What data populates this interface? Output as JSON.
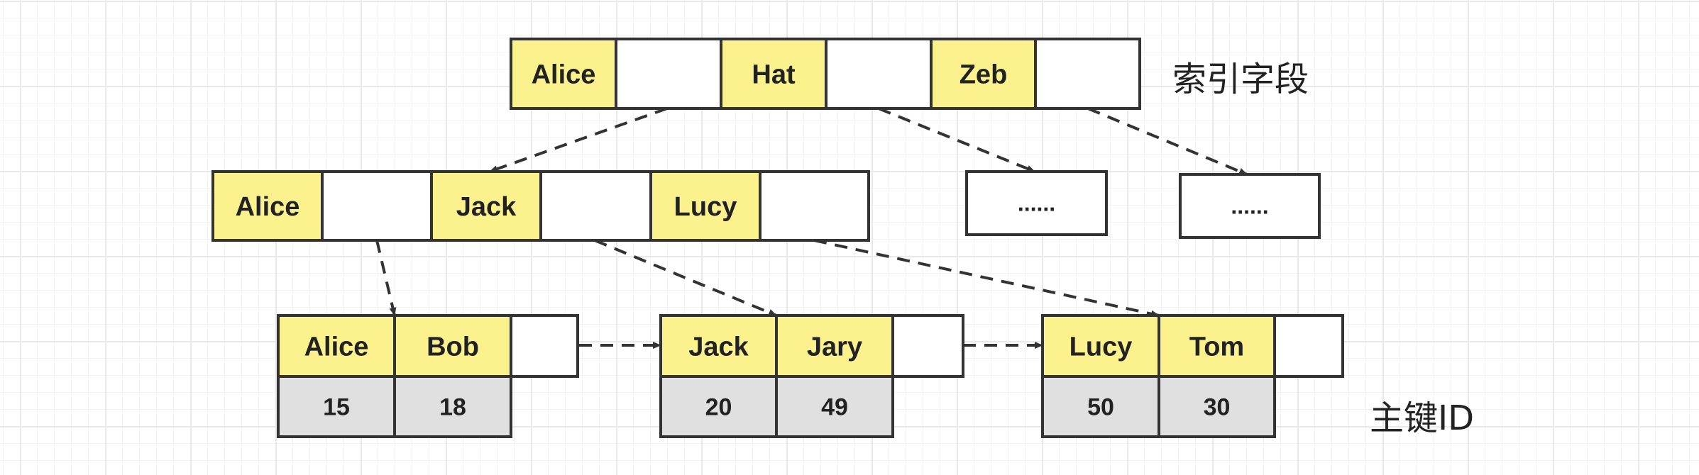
{
  "colors": {
    "key": "#fbf18d",
    "value": "#e0e0e0",
    "empty": "#ffffff",
    "stroke": "#333333"
  },
  "labels": {
    "index_field": "索引字段",
    "primary_key": "主键ID"
  },
  "root_node": {
    "keys": [
      "Alice",
      "Hat",
      "Zeb"
    ]
  },
  "internal_node": {
    "keys": [
      "Alice",
      "Jack",
      "Lucy"
    ]
  },
  "placeholder_nodes": [
    "......",
    "......"
  ],
  "leaf_nodes": [
    {
      "keys": [
        "Alice",
        "Bob"
      ],
      "ids": [
        "15",
        "18"
      ]
    },
    {
      "keys": [
        "Jack",
        "Jary"
      ],
      "ids": [
        "20",
        "49"
      ]
    },
    {
      "keys": [
        "Lucy",
        "Tom"
      ],
      "ids": [
        "50",
        "30"
      ]
    }
  ]
}
